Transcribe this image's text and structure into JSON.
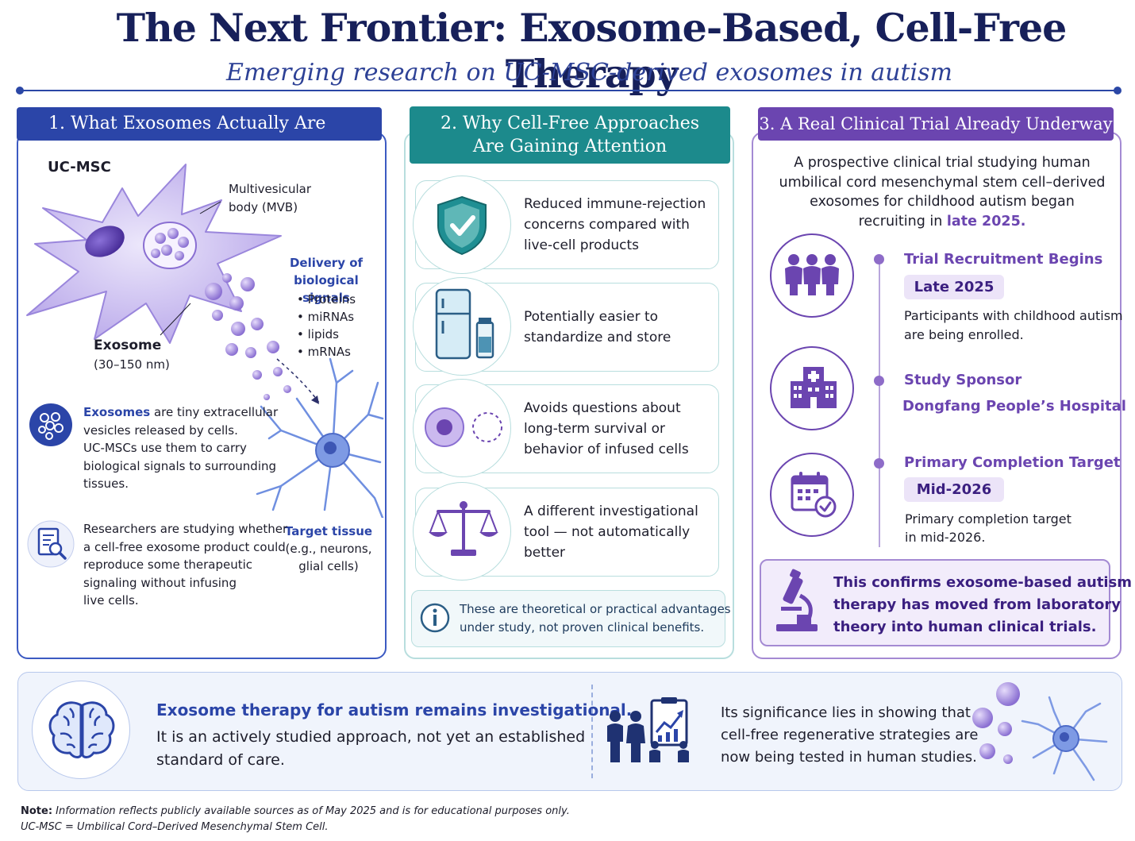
{
  "header": {
    "title": "The Next Frontier: Exosome-Based, Cell-Free Therapy",
    "subtitle": "Emerging research on UC-MSC-derived exosomes in autism"
  },
  "panel1": {
    "heading": "1. What Exosomes Actually Are",
    "cell_label": "UC-MSC",
    "mvb_line1": "Multivesicular",
    "mvb_line2": "body (MVB)",
    "exosome_label": "Exosome",
    "exosome_size": "(30–150 nm)",
    "delivery_line1": "Delivery of",
    "delivery_line2": "biological signals",
    "signals": [
      "Proteins",
      "miRNAs",
      "lipids",
      "mRNAs"
    ],
    "target_title": "Target tissue",
    "target_line1": "(e.g., neurons,",
    "target_line2": "glial cells)",
    "desc1_bold": "Exosomes",
    "desc1_rest_1": " are tiny extracellular",
    "desc1_lines": [
      "vesicles released by cells.",
      "UC-MSCs use them to carry",
      "biological signals to surrounding",
      "tissues."
    ],
    "desc2_lines": [
      "Researchers are studying whether",
      "a cell-free exosome product could",
      "reproduce some therapeutic",
      "signaling without infusing",
      "live cells."
    ]
  },
  "panel2": {
    "heading_line1": "2. Why Cell-Free Approaches",
    "heading_line2": "Are Gaining Attention",
    "items": [
      {
        "lines": [
          "Reduced immune-rejection",
          "concerns compared with",
          "live-cell products"
        ]
      },
      {
        "lines": [
          "Potentially easier to",
          "standardize and store"
        ]
      },
      {
        "lines": [
          "Avoids questions about",
          "long-term survival or",
          "behavior of infused cells"
        ]
      },
      {
        "lines": [
          "A different investigational",
          "tool — not automatically",
          "better"
        ]
      }
    ],
    "info_line1": "These are theoretical or practical advantages",
    "info_line2": "under study, not proven clinical benefits."
  },
  "panel3": {
    "heading": "3. A Real Clinical Trial Already Underway",
    "intro_lines": [
      "A prospective clinical trial studying human",
      "umbilical cord mesenchymal stem cell–derived",
      "exosomes for childhood autism began"
    ],
    "intro_last_pre": "recruiting in ",
    "intro_last_em": "late 2025.",
    "milestones": [
      {
        "title": "Trial Recruitment Begins",
        "pill": "Late 2025",
        "desc_lines": [
          "Participants with childhood autism",
          "are being enrolled."
        ]
      },
      {
        "title": "Study Sponsor",
        "value": "Dongfang People’s Hospital"
      },
      {
        "title": "Primary Completion Target",
        "pill": "Mid-2026",
        "desc_lines": [
          "Primary completion target",
          "in mid-2026."
        ]
      }
    ],
    "confirm_lines": [
      "This confirms exosome-based autism",
      "therapy has moved from laboratory",
      "theory into human clinical trials."
    ]
  },
  "bottom": {
    "headline": "Exosome therapy for autism remains investigational.",
    "line2": "It is an actively studied approach, not yet an established",
    "line3": "standard of care.",
    "right_lines": [
      "Its significance lies in showing that",
      "cell-free regenerative strategies are",
      "now being tested in human studies."
    ]
  },
  "footer": {
    "note_label": "Note:",
    "note_text": " Information reflects publicly available sources as of May 2025 and is for educational purposes only.",
    "abbrev": "UC-MSC = Umbilical Cord–Derived Mesenchymal Stem Cell."
  },
  "colors": {
    "navy": "#17205a",
    "blue": "#2b45a8",
    "teal": "#1c8a8c",
    "purple": "#6b45b0"
  }
}
